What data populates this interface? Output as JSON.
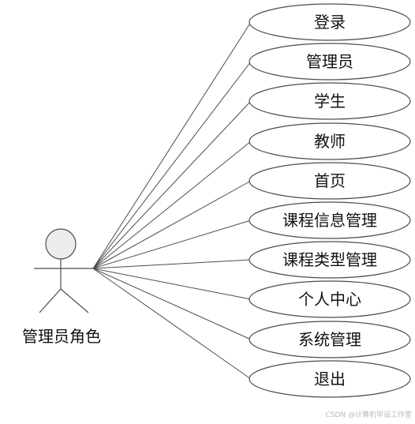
{
  "actor": {
    "label": "管理员角色"
  },
  "use_cases": [
    {
      "label": "登录"
    },
    {
      "label": "管理员"
    },
    {
      "label": "学生"
    },
    {
      "label": "教师"
    },
    {
      "label": "首页"
    },
    {
      "label": "课程信息管理"
    },
    {
      "label": "课程类型管理"
    },
    {
      "label": "个人中心"
    },
    {
      "label": "系统管理"
    },
    {
      "label": "退出"
    }
  ],
  "watermark": "CSDN @计算机毕设工作室",
  "colors": {
    "stroke": "#4d4d4d",
    "ellipse_fill": "#ffffff",
    "head_fill": "#ececec",
    "text": "#111111"
  }
}
